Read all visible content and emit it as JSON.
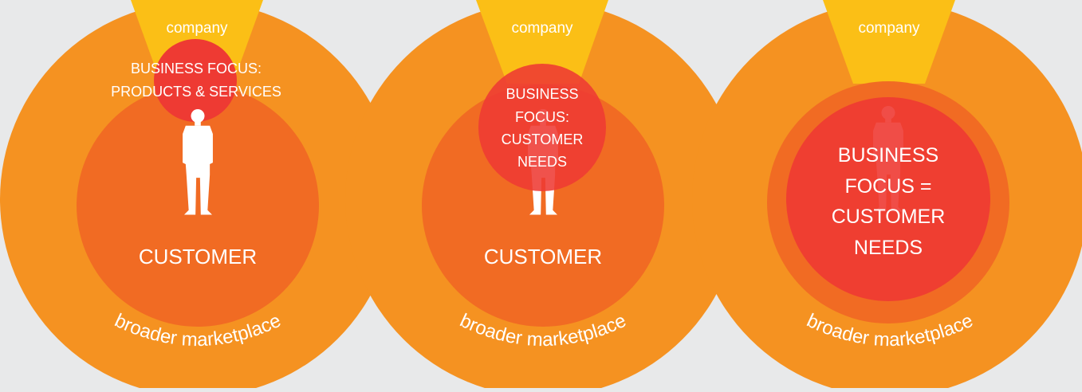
{
  "colors": {
    "background": "#e8e9ea",
    "marketplace": "#f59221",
    "company": "#fbbf16",
    "customer": "#f16b23",
    "focus": "#ee3a33",
    "text": "#ffffff"
  },
  "diagrams": [
    {
      "company_label": "company",
      "focus_lines": [
        "BUSINESS FOCUS:",
        "PRODUCTS & SERVICES"
      ],
      "customer_label": "CUSTOMER",
      "marketplace_label": "broader marketplace"
    },
    {
      "company_label": "company",
      "focus_lines": [
        "BUSINESS",
        "FOCUS:",
        "CUSTOMER",
        "NEEDS"
      ],
      "customer_label": "CUSTOMER",
      "marketplace_label": "broader marketplace"
    },
    {
      "company_label": "company",
      "focus_lines": [
        "BUSINESS",
        "FOCUS =",
        "CUSTOMER",
        "NEEDS"
      ],
      "customer_label": "",
      "marketplace_label": "broader marketplace"
    }
  ]
}
